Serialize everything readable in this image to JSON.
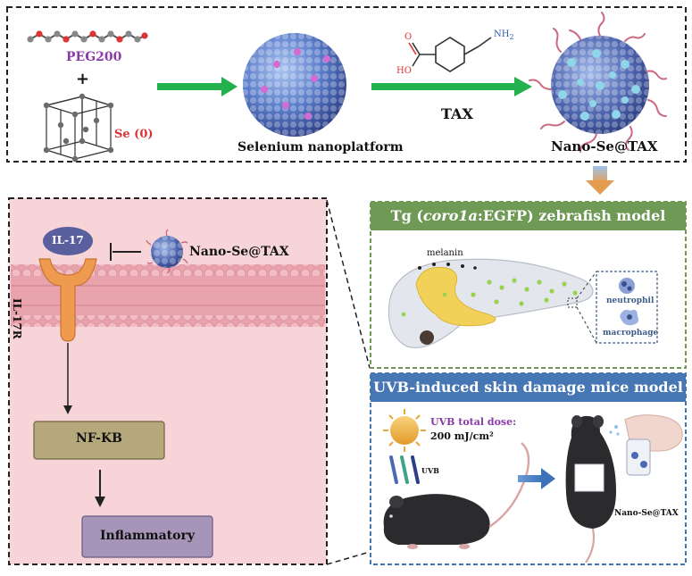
{
  "top_panel": {
    "peg_label": "PEG200",
    "plus_sign": "+",
    "se_label": "Se (0)",
    "nanoplatform_label": "Selenium nanoplatform",
    "tax_label": "TAX",
    "nh2_label": "NH",
    "nh2_sub": "2",
    "ho_label": "HO",
    "o_label": "O",
    "product_label": "Nano-Se@TAX"
  },
  "pathway_panel": {
    "il17_label": "IL-17",
    "nano_label": "Nano-Se@TAX",
    "receptor_label": "IL-17R",
    "nfkb_label": "NF-KB",
    "inflammatory_label": "Inflammatory"
  },
  "zebrafish_panel": {
    "header_prefix": "Tg (",
    "header_italic": "coro1a",
    "header_suffix": ":EGFP)  zebrafish model",
    "melanin_label": "melanin",
    "neutrophil_label": "neutrophil",
    "macrophage_label": "macrophage"
  },
  "mice_panel": {
    "header": "UVB-induced skin damage mice model",
    "dose_line1": "UVB total dose:",
    "dose_line2": "200 mJ/cm²",
    "uvb_label": "UVB",
    "treatment_label": "Nano-Se@TAX"
  },
  "colors": {
    "green_arrow": "#22b14c",
    "pink_panel": "#f7d4d8",
    "membrane": "#e9a3ad",
    "receptor": "#ee9a4f",
    "il17": "#5a5f9e",
    "nfkb_box": "#b5a87a",
    "inflam_box": "#a695b8",
    "zebra_header": "#6f9a55",
    "mice_header": "#4676b4",
    "sphere": "#4a6ab8"
  }
}
